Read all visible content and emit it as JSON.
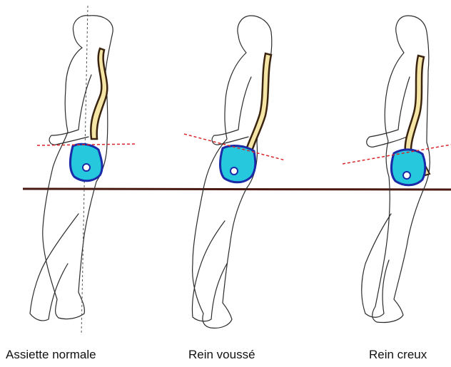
{
  "figures": [
    {
      "caption": "Assiette normale"
    },
    {
      "caption": "Rein voussé"
    },
    {
      "caption": "Rein creux"
    }
  ],
  "colors": {
    "outline": "#2b2b2b",
    "ground": "#4a1a12",
    "spine_fill": "#f6e6a6",
    "spine_outline": "#3a2410",
    "pelvis_fill": "#25c8dc",
    "pelvis_outline": "#1a2aa8",
    "tilt_line": "#d9262b",
    "vertical_line": "#555555"
  }
}
